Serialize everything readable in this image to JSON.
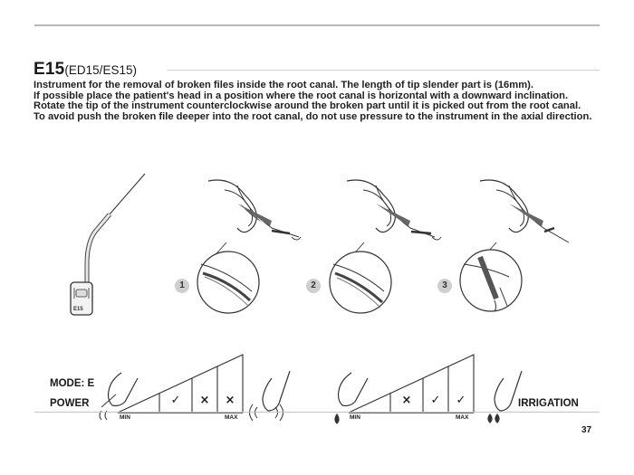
{
  "heading": {
    "code": "E15",
    "variants": "(ED15/ES15)"
  },
  "paragraphs": [
    "Instrument for the removal of broken files inside the root canal. The length of tip slender part is (16mm).",
    "If possible place the patient's head in a position where the root canal is horizontal with a downward inclination. Rotate the tip of the instrument counterclockwise around the broken part until it is picked out from the root canal.",
    "To avoid push the broken file deeper into the root canal, do not use pressure to the instrument in the axial direction."
  ],
  "illustration": {
    "tip_engraving": "E15",
    "steps": [
      "1",
      "2",
      "3"
    ]
  },
  "settings": {
    "mode_label": "MODE: E",
    "power_label": "POWER",
    "irrigation_label": "IRRIGATION",
    "power_scale": {
      "min_label": "MIN",
      "max_label": "MAX",
      "marks": [
        "✓",
        "×",
        "×"
      ]
    },
    "irrigation_scale": {
      "min_label": "MIN",
      "max_label": "MAX",
      "marks": [
        "×",
        "✓",
        "✓"
      ]
    }
  },
  "page_number": "37"
}
